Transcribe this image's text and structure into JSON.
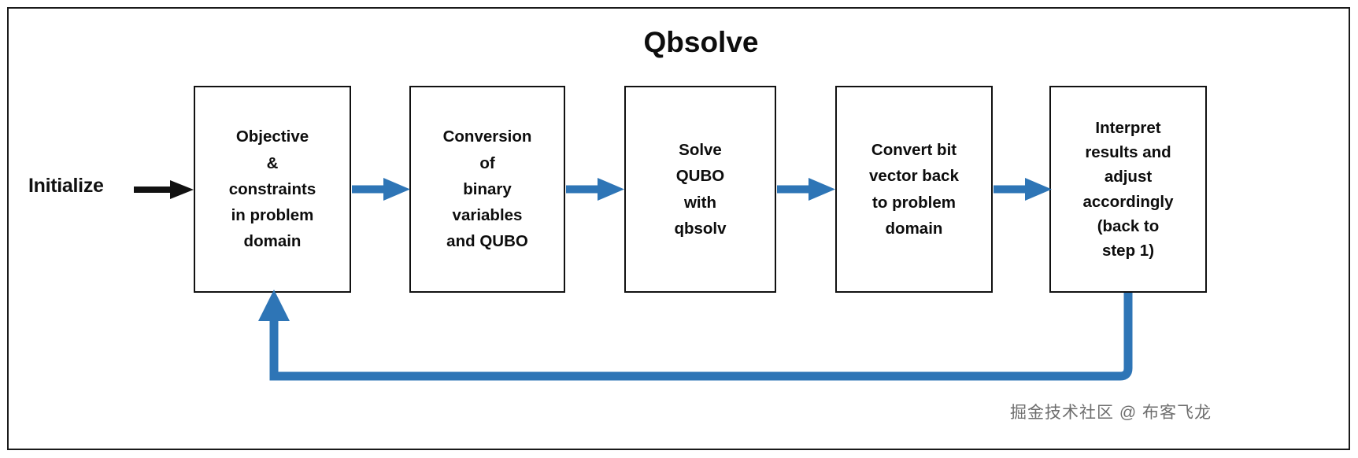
{
  "diagram": {
    "title": "Qbsolve",
    "entry_label": "Initialize",
    "colors": {
      "arrow_blue": "#2E75B6",
      "box_border": "#111111",
      "frame_border": "#1a1a1a",
      "text": "#0d0d0d",
      "watermark": "#6e6e6e"
    },
    "steps": [
      {
        "id": "step-1",
        "text": "Objective\n&\nconstraints\nin problem\ndomain"
      },
      {
        "id": "step-2",
        "text": "Conversion\nof\nbinary\nvariables\nand QUBO"
      },
      {
        "id": "step-3",
        "text": "Solve\nQUBO\nwith\nqbsolv"
      },
      {
        "id": "step-4",
        "text": "Convert bit\nvector back\nto problem\ndomain"
      },
      {
        "id": "step-5",
        "text": "Interpret\nresults and\nadjust\naccordingly\n(back to\nstep 1)"
      }
    ],
    "connectors": [
      {
        "id": "arrow-1",
        "from": "step-1",
        "to": "step-2",
        "style": "blue-right"
      },
      {
        "id": "arrow-2",
        "from": "step-2",
        "to": "step-3",
        "style": "blue-right"
      },
      {
        "id": "arrow-3",
        "from": "step-3",
        "to": "step-4",
        "style": "blue-right"
      },
      {
        "id": "arrow-4",
        "from": "step-4",
        "to": "step-5",
        "style": "blue-right"
      },
      {
        "id": "feedback-arrow",
        "from": "step-5",
        "to": "step-1",
        "style": "blue-loop-up"
      },
      {
        "id": "initialize-arrow",
        "from": "entry",
        "to": "step-1",
        "style": "black-right"
      }
    ]
  },
  "watermark": {
    "text": "掘金技术社区 @ 布客飞龙"
  }
}
